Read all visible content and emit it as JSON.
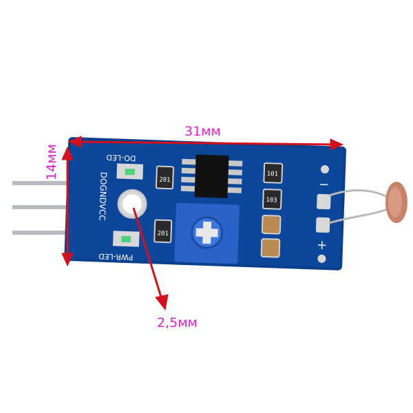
{
  "dimensions": {
    "width": "31мм",
    "height": "14мм",
    "hole": "2,5мм"
  },
  "silkscreen": {
    "do_led": "DO-LED",
    "pwr_led": "PWR-LED",
    "pins": "DOGNDVCC",
    "minus": "−",
    "plus": "+"
  },
  "components": {
    "r1": "201",
    "r2": "201",
    "r3": "103",
    "r4": "101"
  },
  "colors": {
    "pcb": "#0a3f8c",
    "dimension_marks": "#e020c8",
    "arrow": "#d4101a",
    "potentiometer": "#2a63c8",
    "ldr": "#c9826a"
  }
}
